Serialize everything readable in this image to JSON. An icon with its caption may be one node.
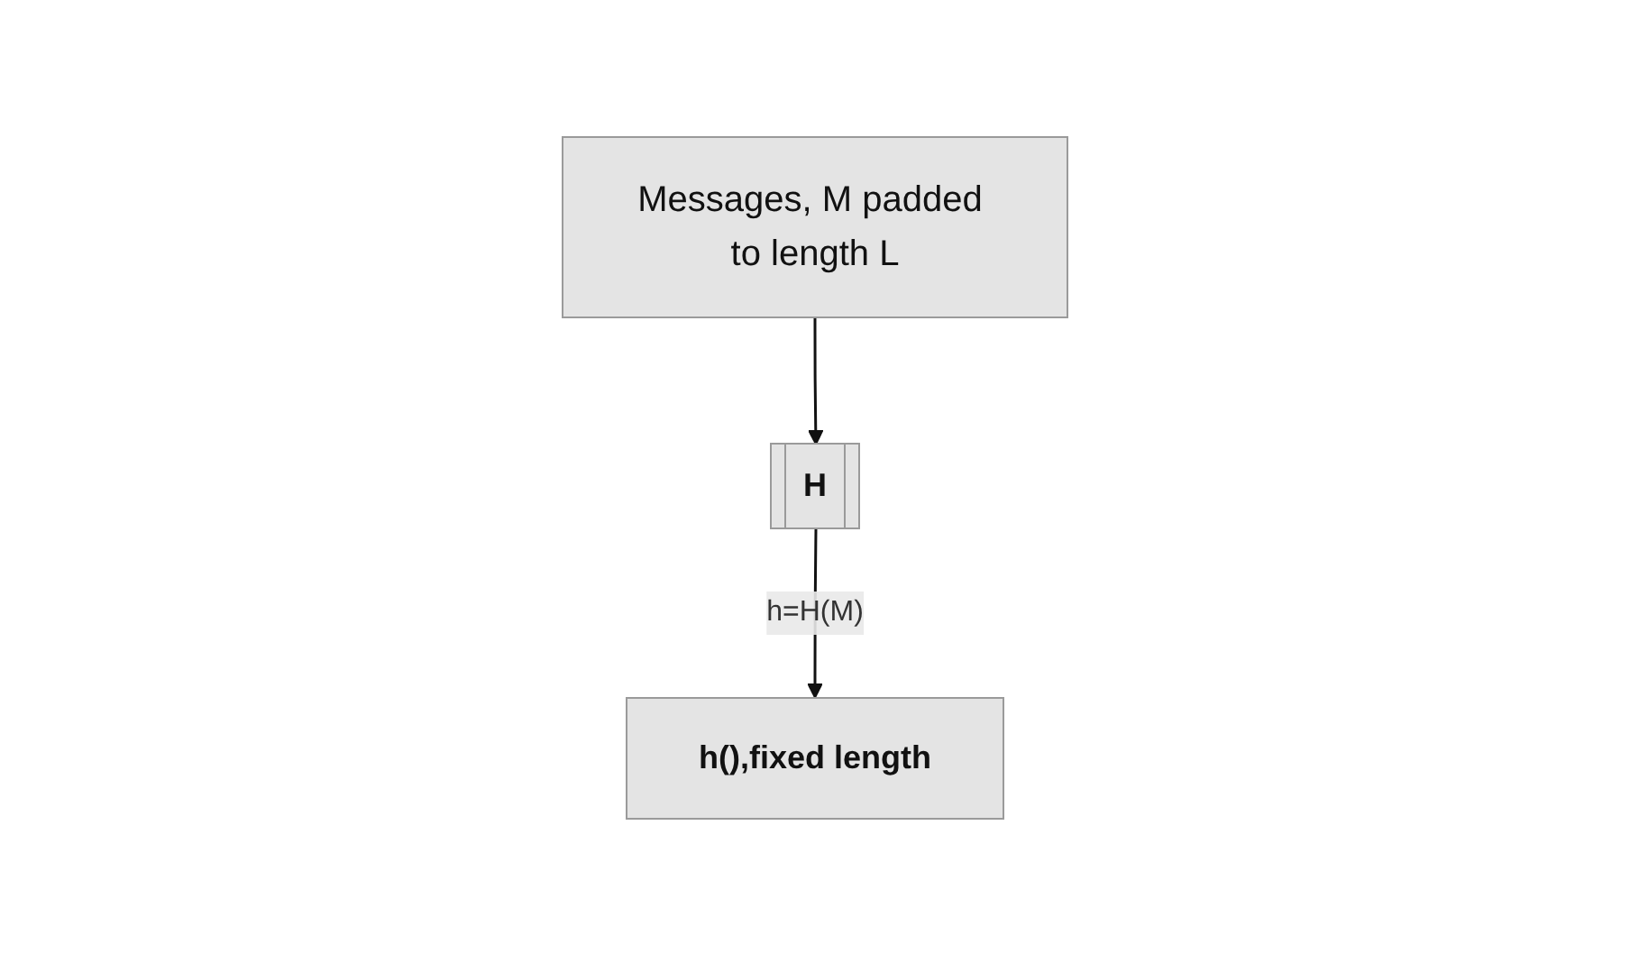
{
  "diagram": {
    "nodes": [
      {
        "text": [
          "Messages, M padded to length L"
        ]
      },
      {
        "text": [
          "H"
        ]
      },
      {
        "text": [
          "h(),fixed length"
        ]
      }
    ],
    "edges": [
      {
        "from": 0,
        "to": 1,
        "arrow": "to"
      },
      {
        "from": 1,
        "to": 2,
        "arrow": "to",
        "label": "h=H(M)"
      }
    ]
  }
}
